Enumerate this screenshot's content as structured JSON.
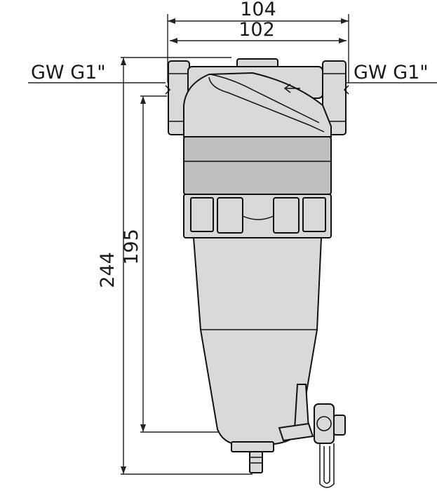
{
  "dimensions": {
    "outer_width": "104",
    "inner_width": "102",
    "total_height": "244",
    "cartridge_height": "195"
  },
  "connections": {
    "left_label": "GW G1\"",
    "right_label": "GW G1\""
  },
  "icons": {
    "inlet_arrow": "arrow-icon",
    "drain_valve": "valve-icon"
  }
}
